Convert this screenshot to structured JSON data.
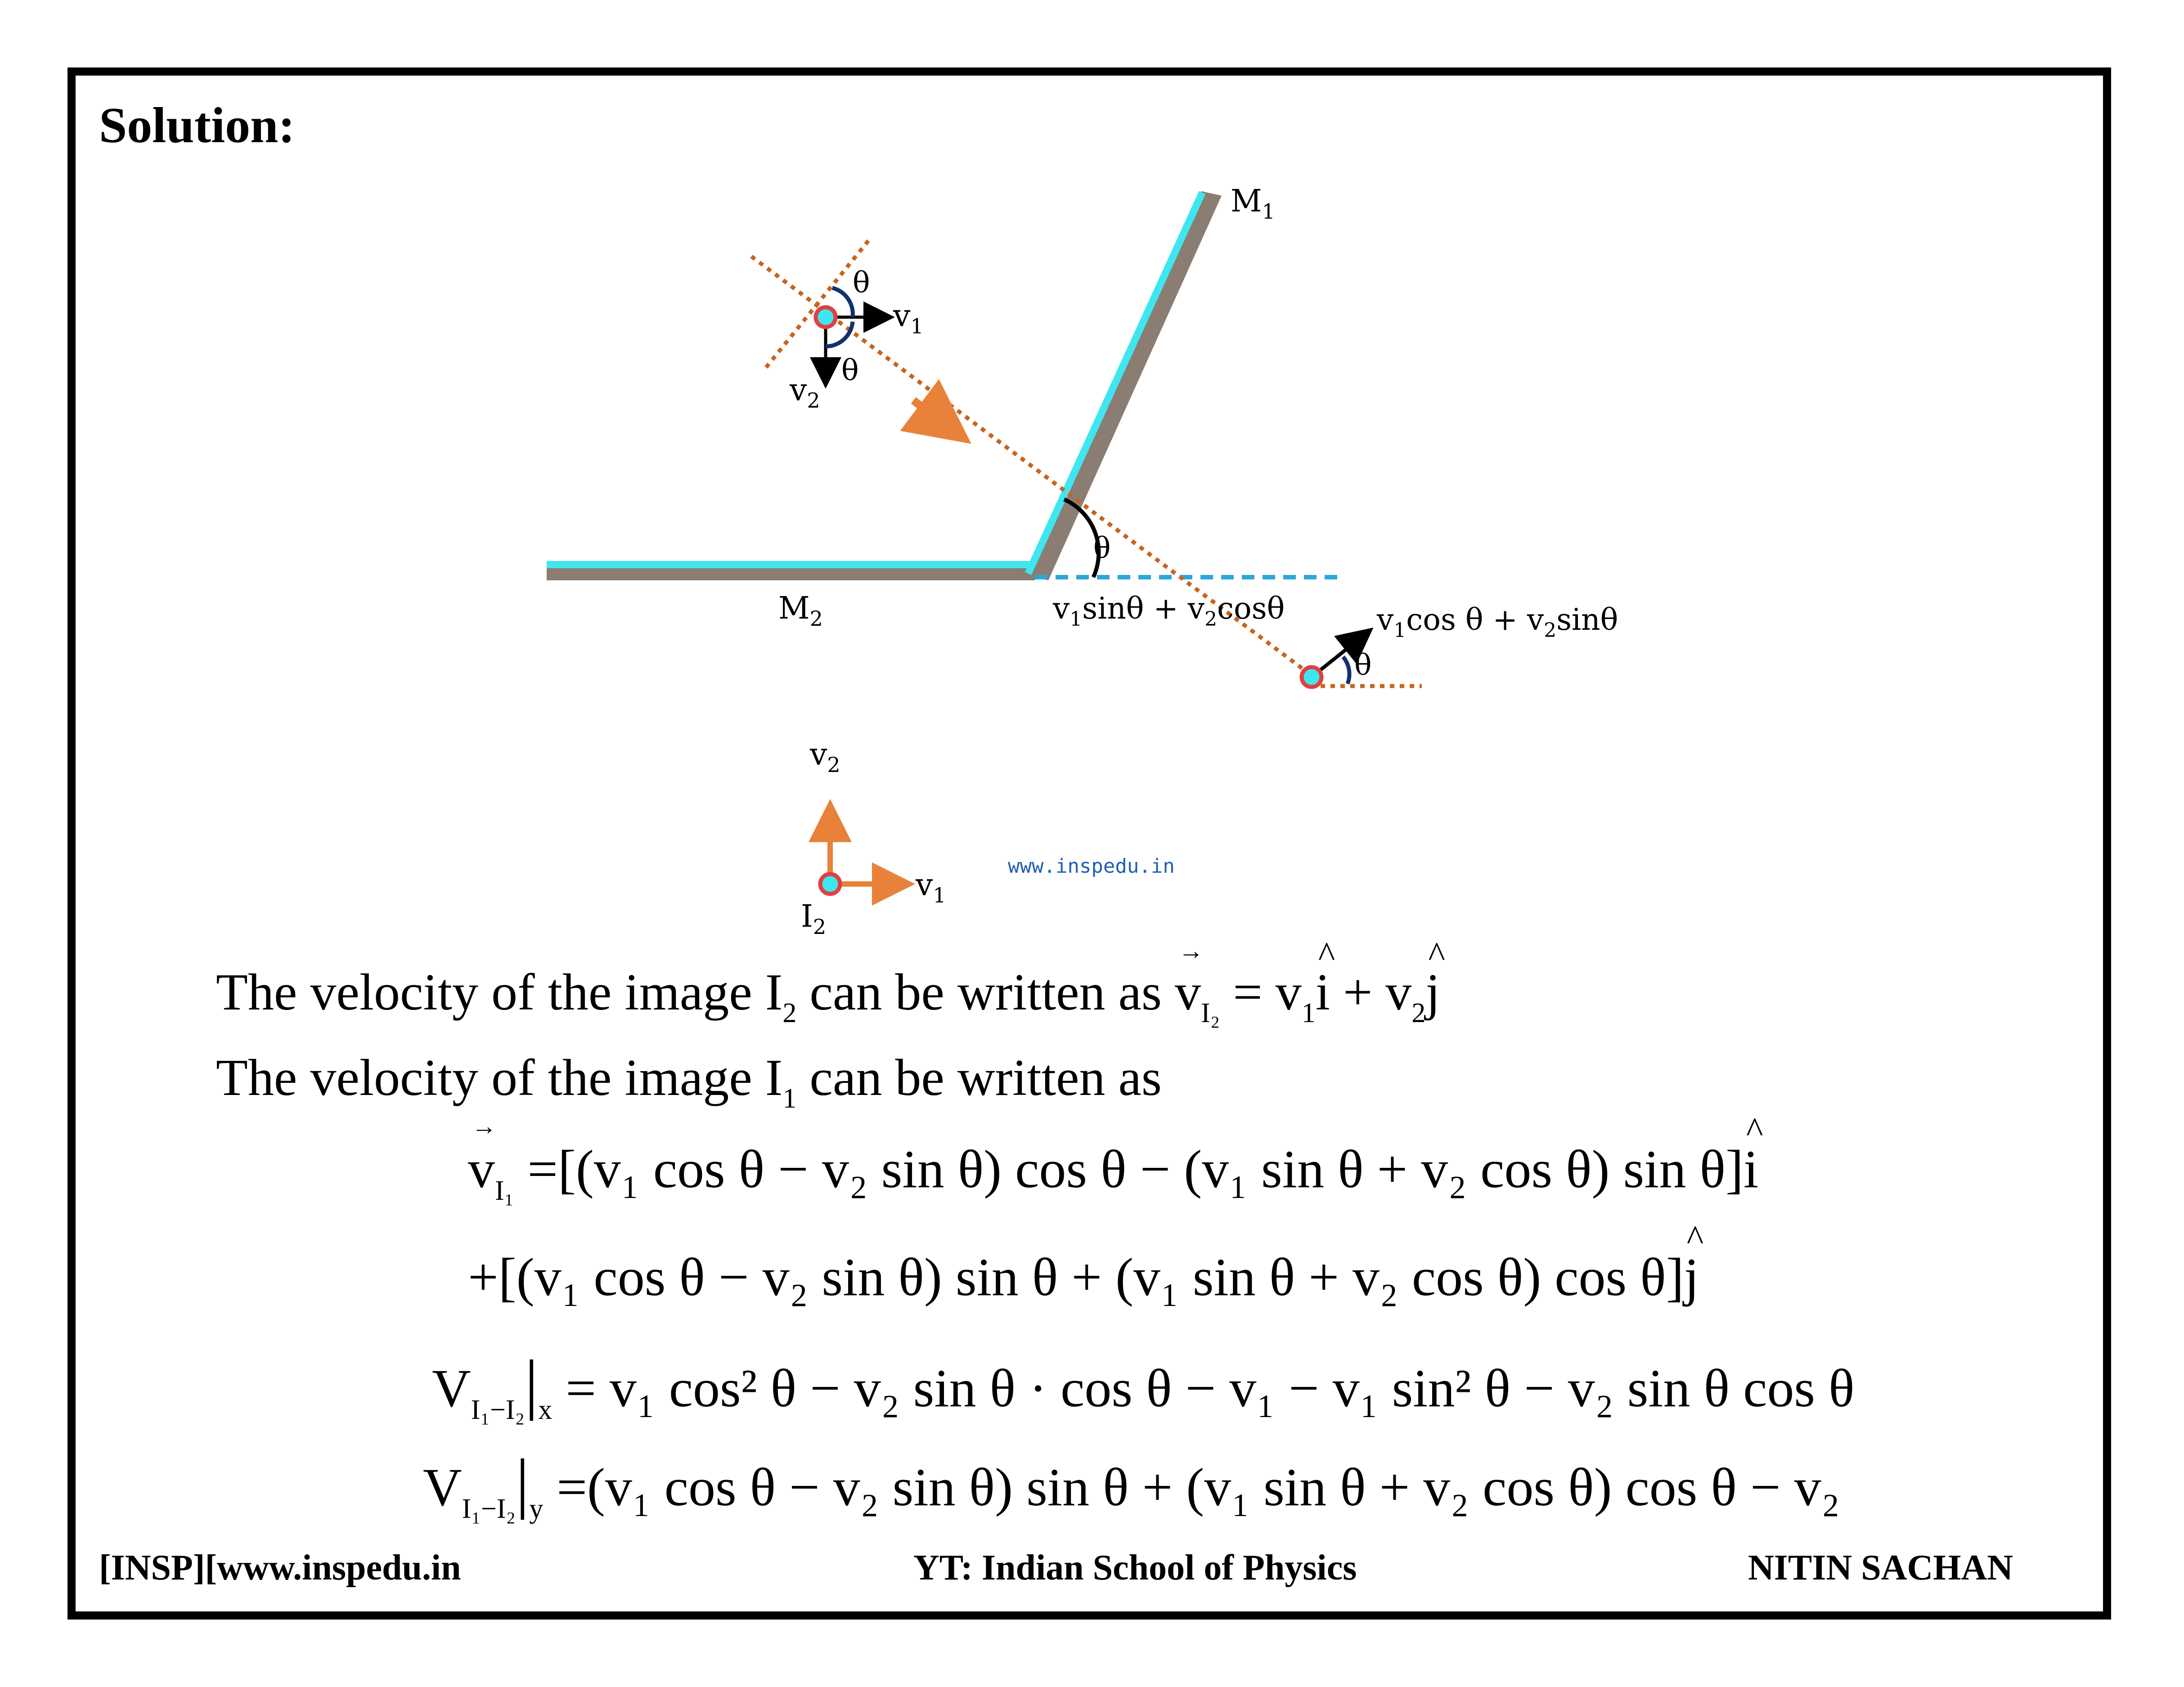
{
  "heading": "Solution:",
  "diagram": {
    "mirror1": "M",
    "mirror1_sub": "1",
    "mirror2": "M",
    "mirror2_sub": "2",
    "theta": "θ",
    "v1": "v",
    "v1_sub": "1",
    "v2": "v",
    "v2_sub": "2",
    "image2": "I",
    "image2_sub": "2",
    "comp_label_a": "v",
    "comp_label_a_sub": "1",
    "comp_label_a_rest": "sinθ + v",
    "comp_label_a_sub2": "2",
    "comp_label_a_tail": "cosθ",
    "comp_label_b": "v",
    "comp_label_b_sub": "1",
    "comp_label_b_rest": "cos θ + v",
    "comp_label_b_sub2": "2",
    "comp_label_b_tail": "sinθ",
    "colors": {
      "mirror": "#3fe6f0",
      "ray": "#c8641e",
      "arrow": "#e8823a",
      "point_fill": "#3fe6f0",
      "point_ring": "#e04040",
      "dash": "#2aa8d8"
    }
  },
  "watermark": "www.inspedu.in",
  "text": {
    "line1": "The velocity of the image I",
    "line1_sub": "2",
    "line1_rest": " can be written as",
    "line2": "The velocity of the image I",
    "line2_sub": "1",
    "line2_rest": " can be written as"
  },
  "equations": {
    "eq0": "= v",
    "eq1": "=[(v₁ cos θ − v₂ sin θ) cos θ − (v₁ sin θ + v₂ cos θ) sin θ]",
    "eq2": "+[(v₁ cos θ − v₂ sin θ) sin θ + (v₁ sin θ + v₂ cos θ) cos θ]",
    "eq3": "= v₁ cos² θ − v₂ sin θ · cos θ − v₁ − v₁ sin² θ − v₂ sin θ cos θ",
    "eq4": "=(v₁ cos θ − v₂ sin θ) sin θ + (v₁ sin θ + v₂ cos θ) cos θ − v₂",
    "V": "V",
    "v": "v",
    "i_hat": "i",
    "j_hat": "j",
    "x_sub": "x",
    "y_sub": "y",
    "I1I2": "I₁−I₂",
    "I1": "I₁",
    "I2": "I₂"
  },
  "footer": {
    "left": "[INSP][www.inspedu.in",
    "center": "YT: Indian School of Physics",
    "right": "NITIN SACHAN"
  }
}
